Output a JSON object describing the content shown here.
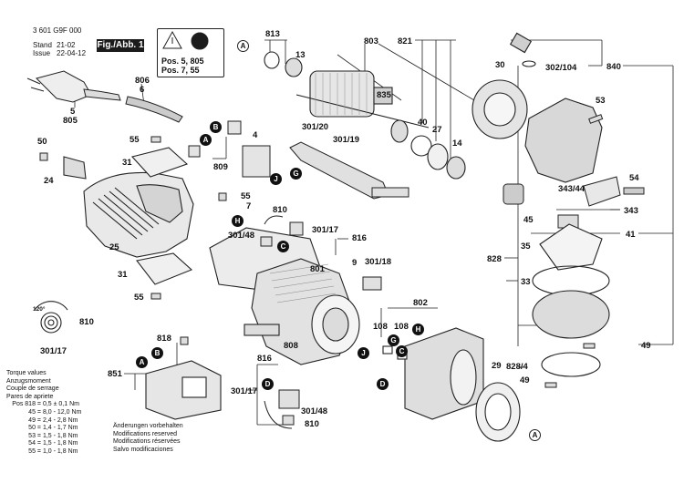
{
  "header": {
    "part_number": "3 601 G9F 000",
    "stand_label": "Stand",
    "stand_date": "21-02",
    "issue_label": "Issue",
    "issue_date": "22-04-12",
    "figure": "Fig./Abb. 1"
  },
  "warning_box": {
    "line1": "Pos. 5, 805",
    "line2": "Pos. 7, 55"
  },
  "torque": {
    "lines": [
      "Torque values",
      "Anzugsmoment",
      "Couple de serrage",
      "Pares de apriete"
    ],
    "values": [
      {
        "pos": "Pos 818 =",
        "val": "0,5 ± 0,1 Nm"
      },
      {
        "pos": "45 =",
        "val": "8,0 - 12,0 Nm"
      },
      {
        "pos": "49 =",
        "val": "2,4 - 2,8 Nm"
      },
      {
        "pos": "50 =",
        "val": "1,4 - 1,7 Nm"
      },
      {
        "pos": "53 =",
        "val": "1,5 - 1,8 Nm"
      },
      {
        "pos": "54 =",
        "val": "1,5 - 1,8 Nm"
      },
      {
        "pos": "55 =",
        "val": "1,0 - 1,8 Nm"
      }
    ]
  },
  "notes": [
    "Änderungen vorbehalten",
    "Modifications reserved",
    "Modifications réservées",
    "Salvo modificaciones"
  ],
  "labels": {
    "l813": "813",
    "l803": "803",
    "l821": "821",
    "l13": "13",
    "l835": "835",
    "l30": "30",
    "l302_104": "302/104",
    "l840": "840",
    "l806": "806",
    "l6": "6",
    "l5": "5",
    "l805": "805",
    "l40": "40",
    "l27": "27",
    "l14": "14",
    "l53": "53",
    "l301_20": "301/20",
    "l301_19": "301/19",
    "l4": "4",
    "l50": "50",
    "l55a": "55",
    "l809": "809",
    "l31a": "31",
    "l24": "24",
    "l55b": "55",
    "l7": "7",
    "l810a": "810",
    "l301_48a": "301/48",
    "l301_17a": "301/17",
    "l816a": "816",
    "l54": "54",
    "l343_44": "343/44",
    "l343": "343",
    "l45": "45",
    "l41": "41",
    "l35": "35",
    "l25": "25",
    "l9": "9",
    "l301_18": "301/18",
    "l801": "801",
    "l828": "828",
    "l33": "33",
    "l31b": "31",
    "l55c": "55",
    "l802": "802",
    "l120": "120°",
    "l810b": "810",
    "l301_17b": "301/17",
    "l808": "808",
    "l108a": "108",
    "l108b": "108",
    "l818": "818",
    "l851": "851",
    "l49a": "49",
    "l816b": "816",
    "l828_4": "828/4",
    "l49b": "49",
    "l29": "29",
    "l301_17c": "301/17",
    "l301_48b": "301/48",
    "l810c": "810"
  },
  "callouts": {
    "A": "A",
    "B": "B",
    "C": "C",
    "D": "D",
    "G": "G",
    "H": "H",
    "J": "J"
  }
}
